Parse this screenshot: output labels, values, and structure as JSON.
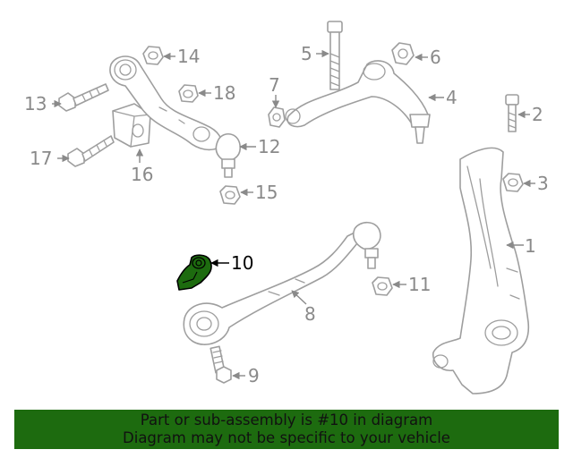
{
  "diagram": {
    "highlight_color": "#1d6b0f",
    "line_color": "#9e9e9e",
    "highlighted_part": "10",
    "callouts": [
      "1",
      "2",
      "3",
      "4",
      "5",
      "6",
      "7",
      "8",
      "9",
      "10",
      "11",
      "12",
      "13",
      "14",
      "15",
      "16",
      "17",
      "18"
    ]
  },
  "banner": {
    "line1": "Part or sub-assembly is #10 in diagram",
    "line2": "Diagram may not be specific to your vehicle",
    "background": "#1d6b0f"
  }
}
